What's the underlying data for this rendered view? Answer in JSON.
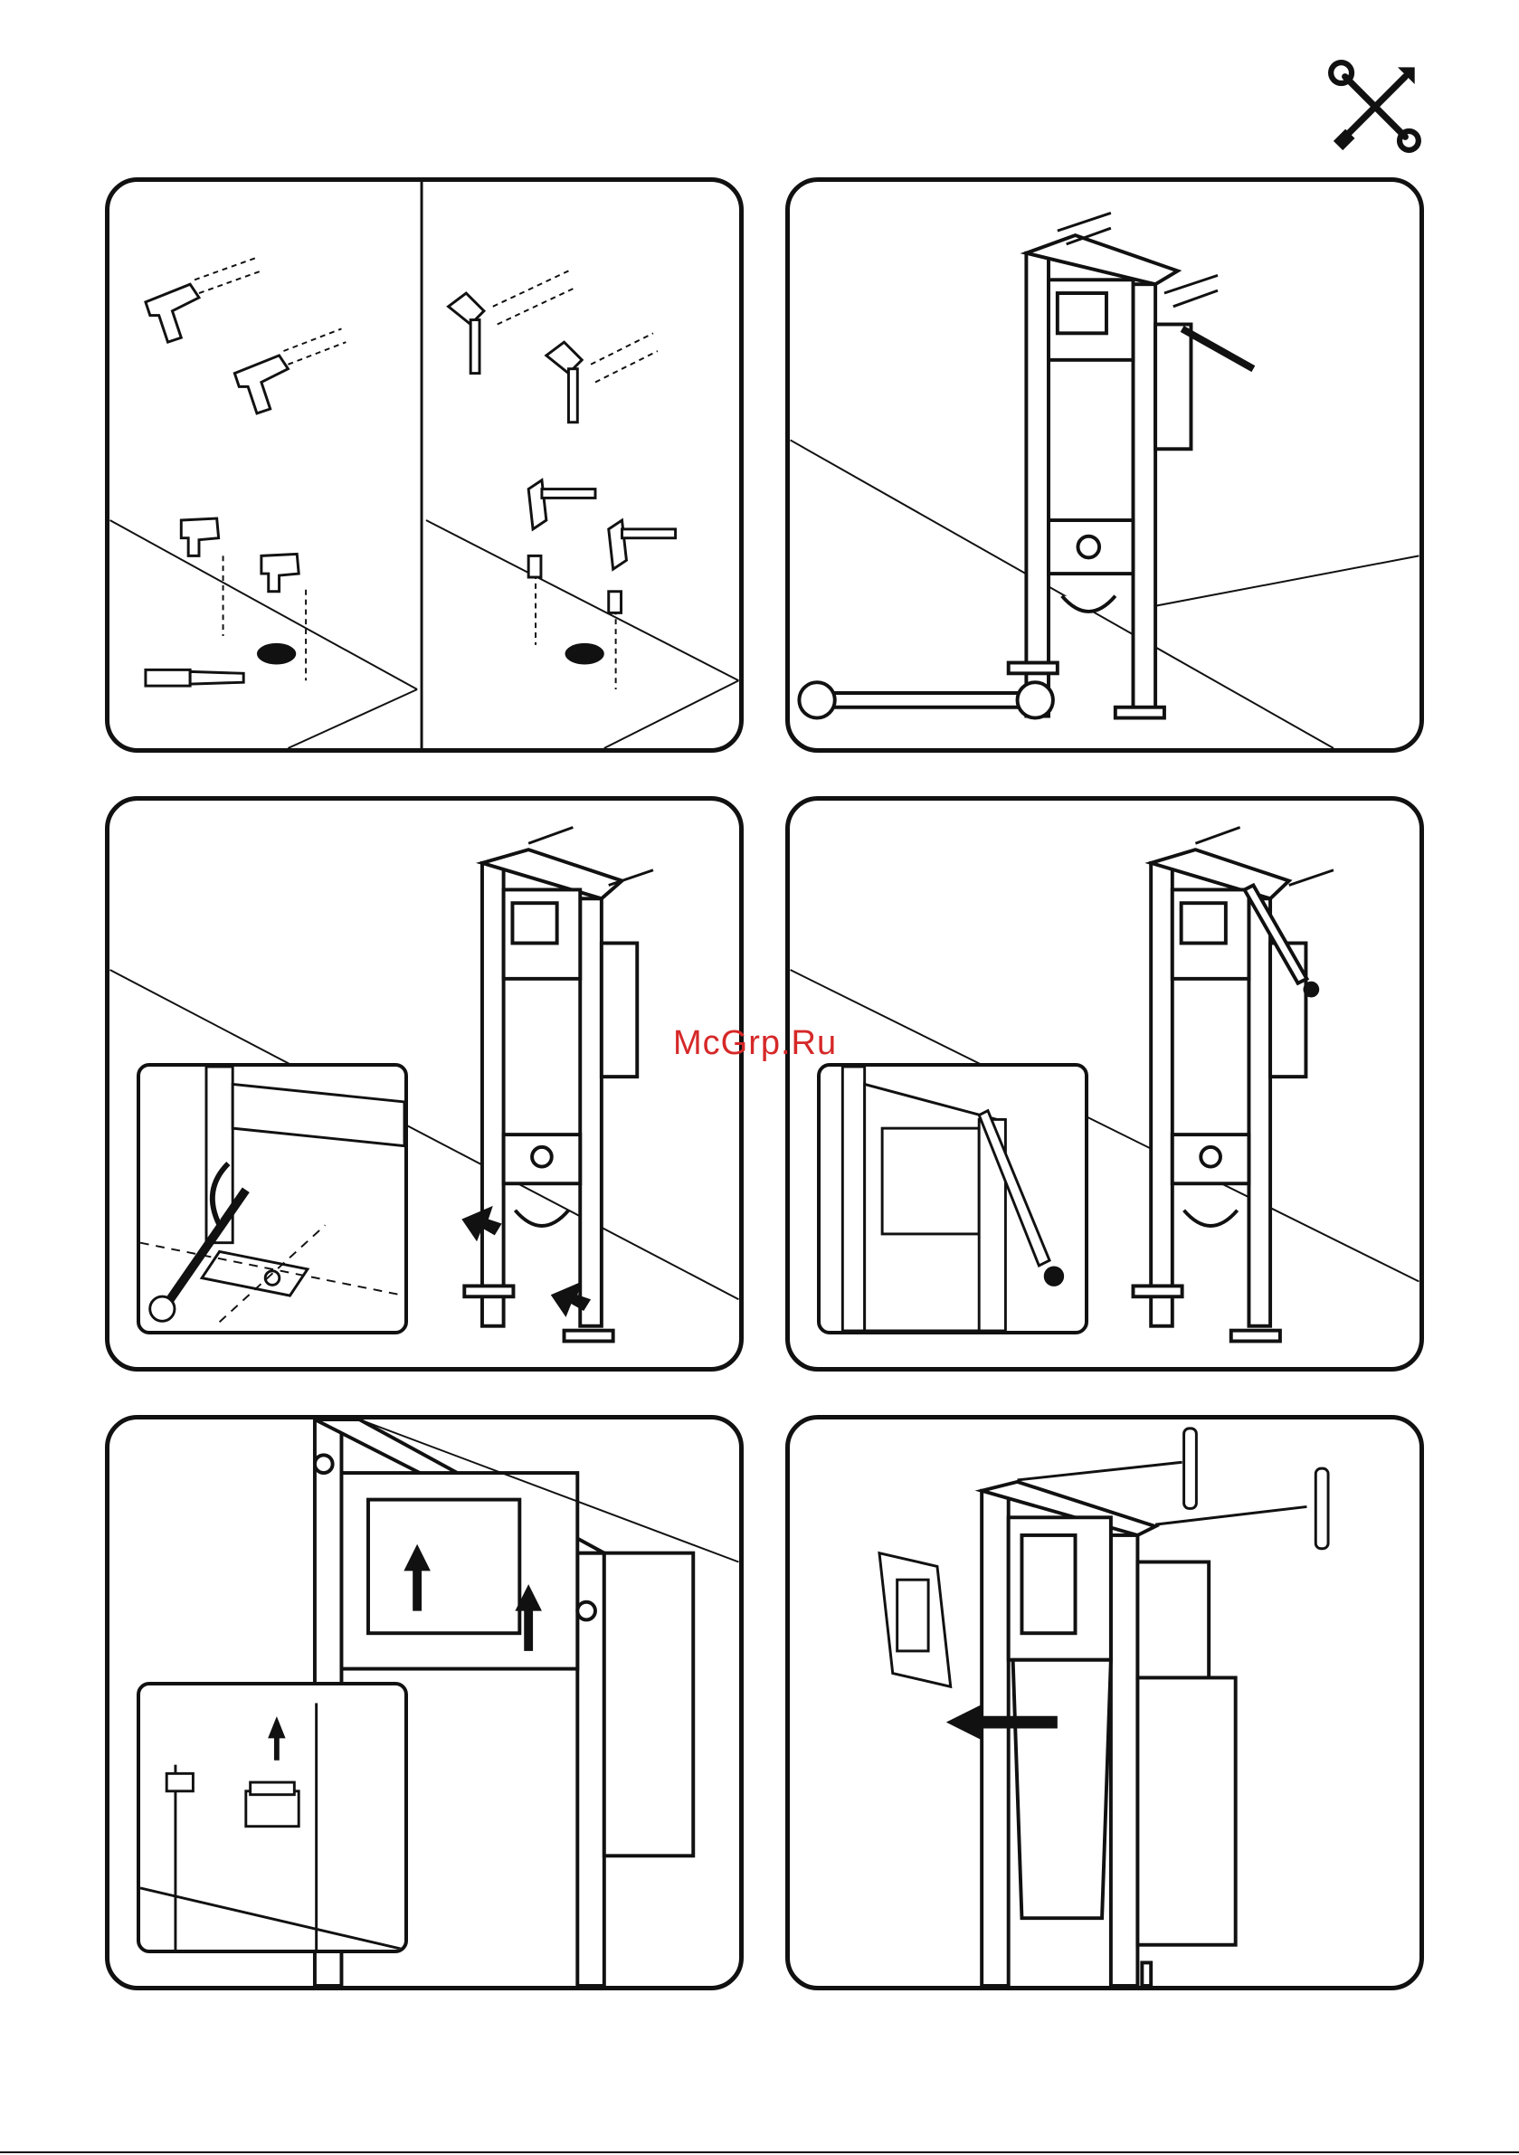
{
  "header": {
    "icon": "tools-icon"
  },
  "watermark": {
    "text": "McGrp.Ru",
    "color": "#d62828"
  },
  "colors": {
    "line": "#111111",
    "background": "#ffffff"
  },
  "panels": [
    {
      "name": "drill-and-anchor-panel",
      "icons": [
        "drill-icon",
        "hammer-icon",
        "drill-bit-icon"
      ]
    },
    {
      "name": "frame-wall-mount-panel",
      "icons": [
        "wrench-icon"
      ]
    },
    {
      "name": "frame-floor-fix-panel",
      "icons": [
        "wrench-icon",
        "arrow-icon"
      ]
    },
    {
      "name": "frame-level-panel",
      "icons": [
        "spirit-level-icon"
      ]
    },
    {
      "name": "cistern-cover-panel",
      "icons": [
        "arrow-up-icon"
      ]
    },
    {
      "name": "flush-plate-bracket-panel",
      "icons": [
        "arrow-left-icon"
      ]
    }
  ]
}
